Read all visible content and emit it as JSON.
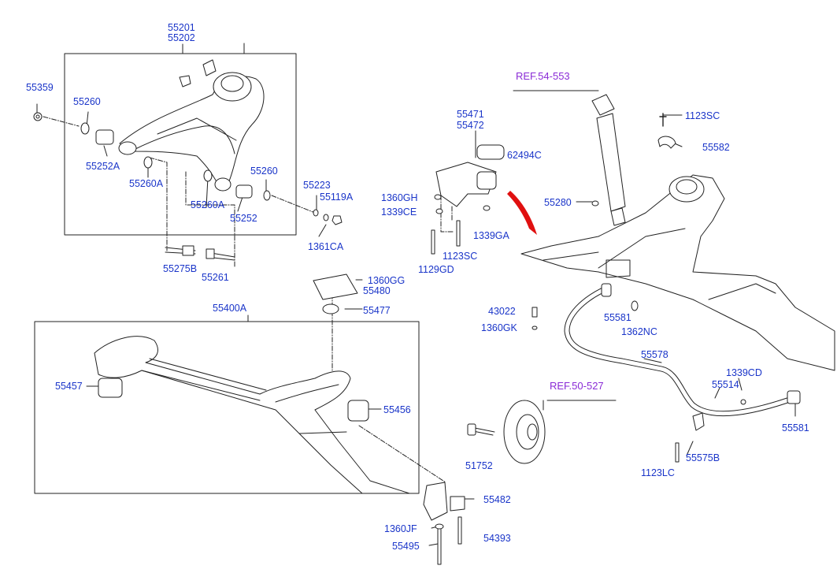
{
  "colors": {
    "part_label": "#1a35c9",
    "ref_label": "#8a2bd6",
    "line": "#222222",
    "arrow": "#e01010"
  },
  "labels": {
    "p55201": "55201",
    "p55202": "55202",
    "p55359": "55359",
    "p55260_a": "55260",
    "p55252A": "55252A",
    "p55260A_a": "55260A",
    "p55260_b": "55260",
    "p55260A_b": "55260A",
    "p55252": "55252",
    "p55223": "55223",
    "p55119A": "55119A",
    "p1361CA": "1361CA",
    "p55275B": "55275B",
    "p55261": "55261",
    "p55471": "55471",
    "p55472": "55472",
    "p62494C": "62494C",
    "p1360GH": "1360GH",
    "p1339CE": "1339CE",
    "p1339GA": "1339GA",
    "p1123SC_a": "1123SC",
    "p1129GD": "1129GD",
    "ref54553": "REF.54-553",
    "p1123SC_b": "1123SC",
    "p55582": "55582",
    "p55280": "55280",
    "p1360GG": "1360GG",
    "p55480": "55480",
    "p55400A": "55400A",
    "p55477": "55477",
    "p55457": "55457",
    "p55456": "55456",
    "p43022": "43022",
    "p1360GK": "1360GK",
    "p55581_a": "55581",
    "p1362NC": "1362NC",
    "p55578": "55578",
    "p1339CD": "1339CD",
    "p55514": "55514",
    "p55581_b": "55581",
    "ref50527": "REF.50-527",
    "p51752": "51752",
    "p55575B": "55575B",
    "p1123LC": "1123LC",
    "p55482": "55482",
    "p1360JF": "1360JF",
    "p54393": "54393",
    "p55495": "55495"
  }
}
